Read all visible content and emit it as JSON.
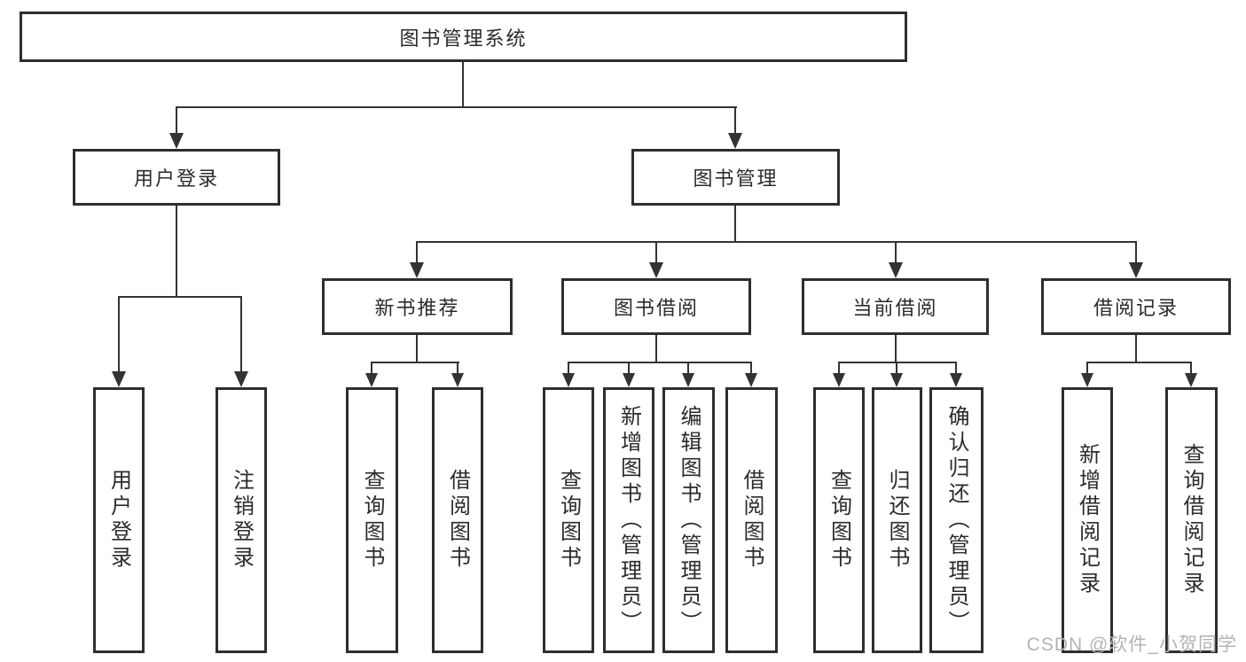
{
  "tree": {
    "root": "图书管理系统",
    "children": [
      {
        "label": "用户登录",
        "children": [
          {
            "label": "用户登录"
          },
          {
            "label": "注销登录"
          }
        ]
      },
      {
        "label": "图书管理",
        "children": [
          {
            "label": "新书推荐",
            "children": [
              {
                "label": "查询图书"
              },
              {
                "label": "借阅图书"
              }
            ]
          },
          {
            "label": "图书借阅",
            "children": [
              {
                "label": "查询图书"
              },
              {
                "label": "新增图书（管理员）"
              },
              {
                "label": "编辑图书（管理员）"
              },
              {
                "label": "借阅图书"
              }
            ]
          },
          {
            "label": "当前借阅",
            "children": [
              {
                "label": "查询图书"
              },
              {
                "label": "归还图书"
              },
              {
                "label": "确认归还（管理员）"
              }
            ]
          },
          {
            "label": "借阅记录",
            "children": [
              {
                "label": "新增借阅记录"
              },
              {
                "label": "查询借阅记录"
              }
            ]
          }
        ]
      }
    ]
  },
  "watermark": "CSDN @软件_小贺同学",
  "colors": {
    "line": "#333333",
    "border": "#2e2e2e",
    "text": "#2b2b2b",
    "watermark": "#b3b3b3",
    "background": "#ffffff"
  }
}
